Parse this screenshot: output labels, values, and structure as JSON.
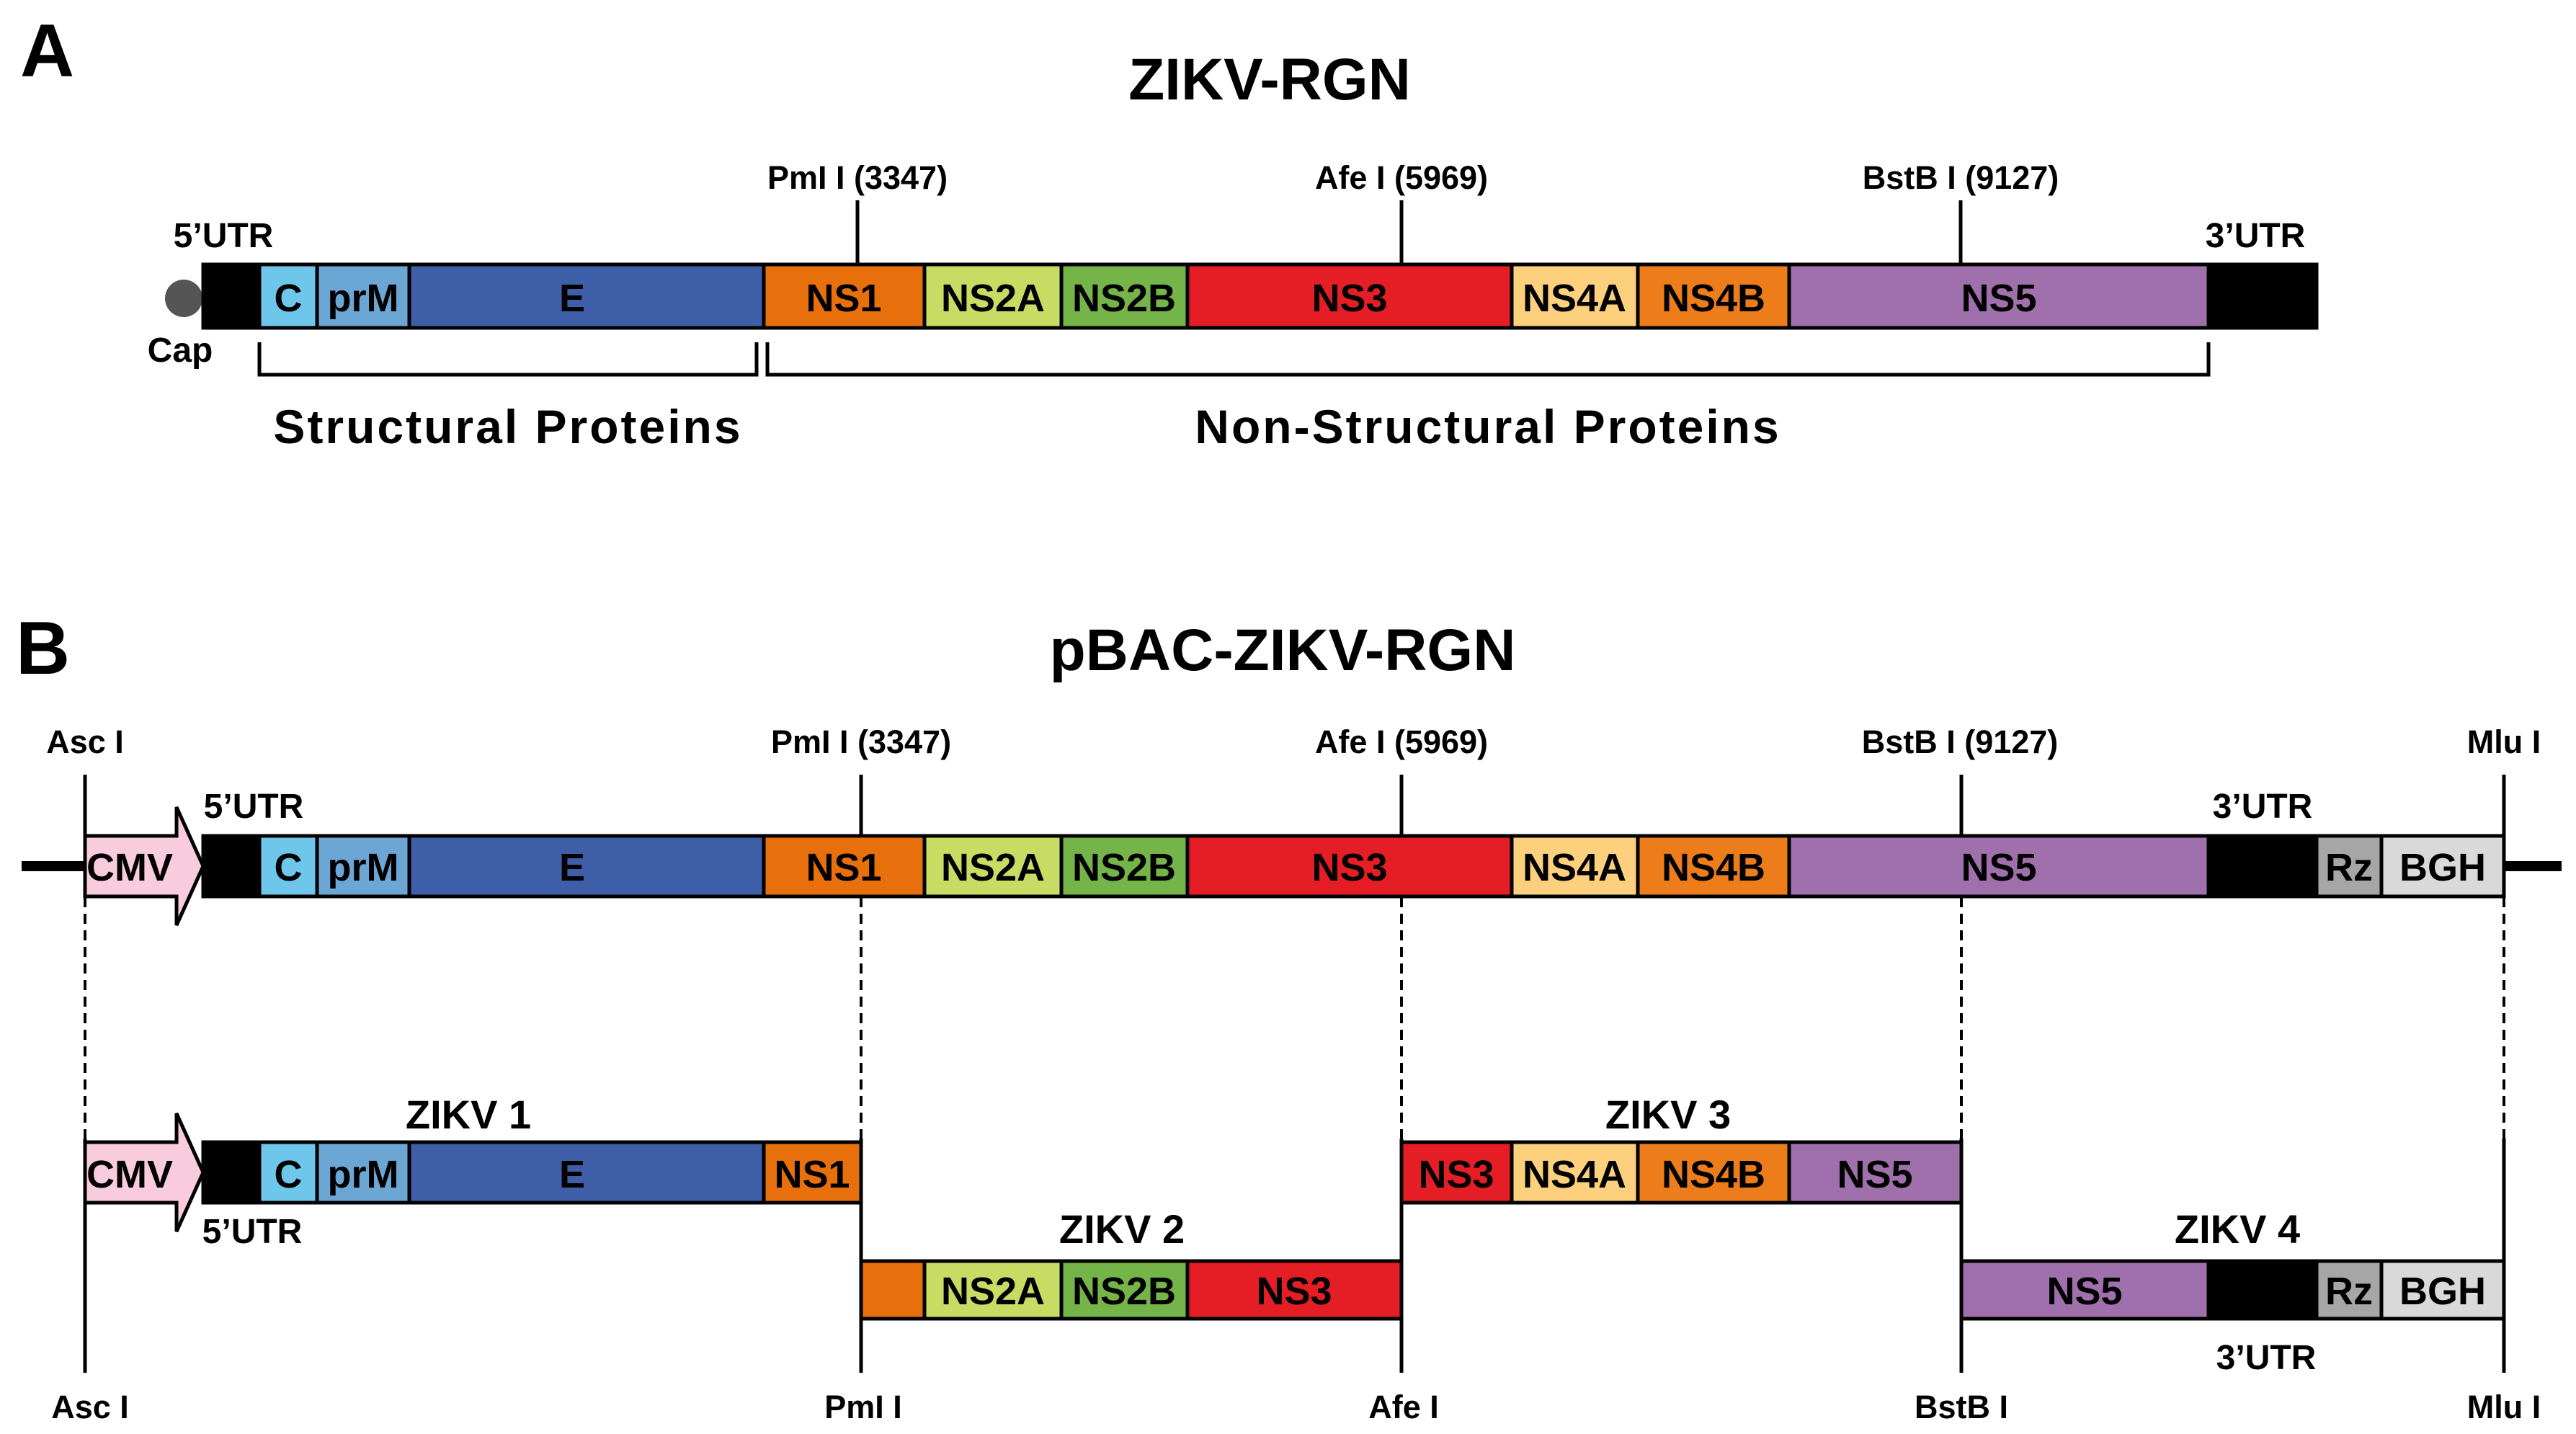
{
  "panel_a": {
    "label": "A",
    "title": "ZIKV-RGN",
    "utr5": "5’UTR",
    "utr3": "3’UTR",
    "cap": "Cap",
    "sites": [
      "PmI I (3347)",
      "Afe I (5969)",
      "BstB I (9127)"
    ],
    "groups": [
      "Structural Proteins",
      "Non-Structural Proteins"
    ],
    "segments": [
      "C",
      "prM",
      "E",
      "NS1",
      "NS2A",
      "NS2B",
      "NS3",
      "NS4A",
      "NS4B",
      "NS5"
    ]
  },
  "panel_b": {
    "label": "B",
    "title": "pBAC-ZIKV-RGN",
    "top_sites": [
      "Asc I",
      "PmI I (3347)",
      "Afe I (5969)",
      "BstB I (9127)",
      "Mlu I"
    ],
    "bottom_sites": [
      "Asc I",
      "PmI I",
      "Afe I",
      "BstB I",
      "Mlu I"
    ],
    "utr5": "5’UTR",
    "utr3": "3’UTR",
    "promoter": "CMV",
    "segments": [
      "C",
      "prM",
      "E",
      "NS1",
      "NS2A",
      "NS2B",
      "NS3",
      "NS4A",
      "NS4B",
      "NS5",
      "Rz",
      "BGH"
    ],
    "fragments": [
      {
        "name": "ZIKV 1",
        "promoter": "CMV",
        "segments": [
          "C",
          "prM",
          "E",
          "NS1"
        ],
        "utr": "5’UTR"
      },
      {
        "name": "ZIKV 2",
        "segments": [
          "NS2A",
          "NS2B",
          "NS3"
        ]
      },
      {
        "name": "ZIKV 3",
        "segments": [
          "NS3",
          "NS4A",
          "NS4B",
          "NS5"
        ]
      },
      {
        "name": "ZIKV 4",
        "segments": [
          "NS5",
          "Rz",
          "BGH"
        ],
        "utr": "3’UTR"
      }
    ]
  },
  "colors": {
    "C": "#6ec6ea",
    "prM": "#6ba6d4",
    "E": "#3f5ea8",
    "NS1": "#e8700c",
    "NS2A": "#c8dc64",
    "NS2B": "#74b448",
    "NS3": "#e41e24",
    "NS4A": "#fcd07c",
    "NS4B": "#ed7d1a",
    "NS5": "#a070ac",
    "UTR": "#000000",
    "Rz": "#a6a6a6",
    "BGH": "#d9d9d9",
    "CMV": "#f8ccdc",
    "cap": "#555555"
  }
}
